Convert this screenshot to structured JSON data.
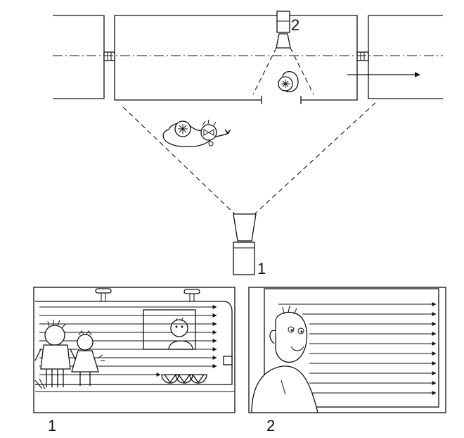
{
  "labels": {
    "camera_1": "1",
    "camera_2": "2",
    "view_1": "1",
    "view_2": "2"
  },
  "colors": {
    "ink": "#111111",
    "paper": "#ffffff"
  }
}
